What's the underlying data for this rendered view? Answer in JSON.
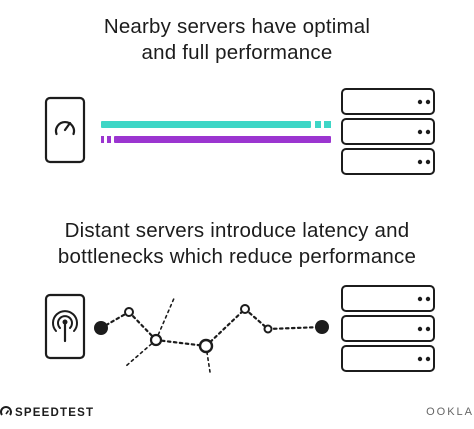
{
  "headings": {
    "nearby_line1": "Nearby servers have optimal",
    "nearby_line2": "and full performance",
    "distant_line1": "Distant servers introduce latency and",
    "distant_line2": "bottlenecks which reduce performance"
  },
  "branding": {
    "left": "SPEEDTEST",
    "right": "OOKLA"
  },
  "colors": {
    "stroke": "#1c1c1c",
    "teal": "#3ed6c6",
    "purple": "#9b35d0"
  },
  "icons": [
    "speedometer-icon",
    "signal-tower-icon",
    "server-rack-icon"
  ]
}
